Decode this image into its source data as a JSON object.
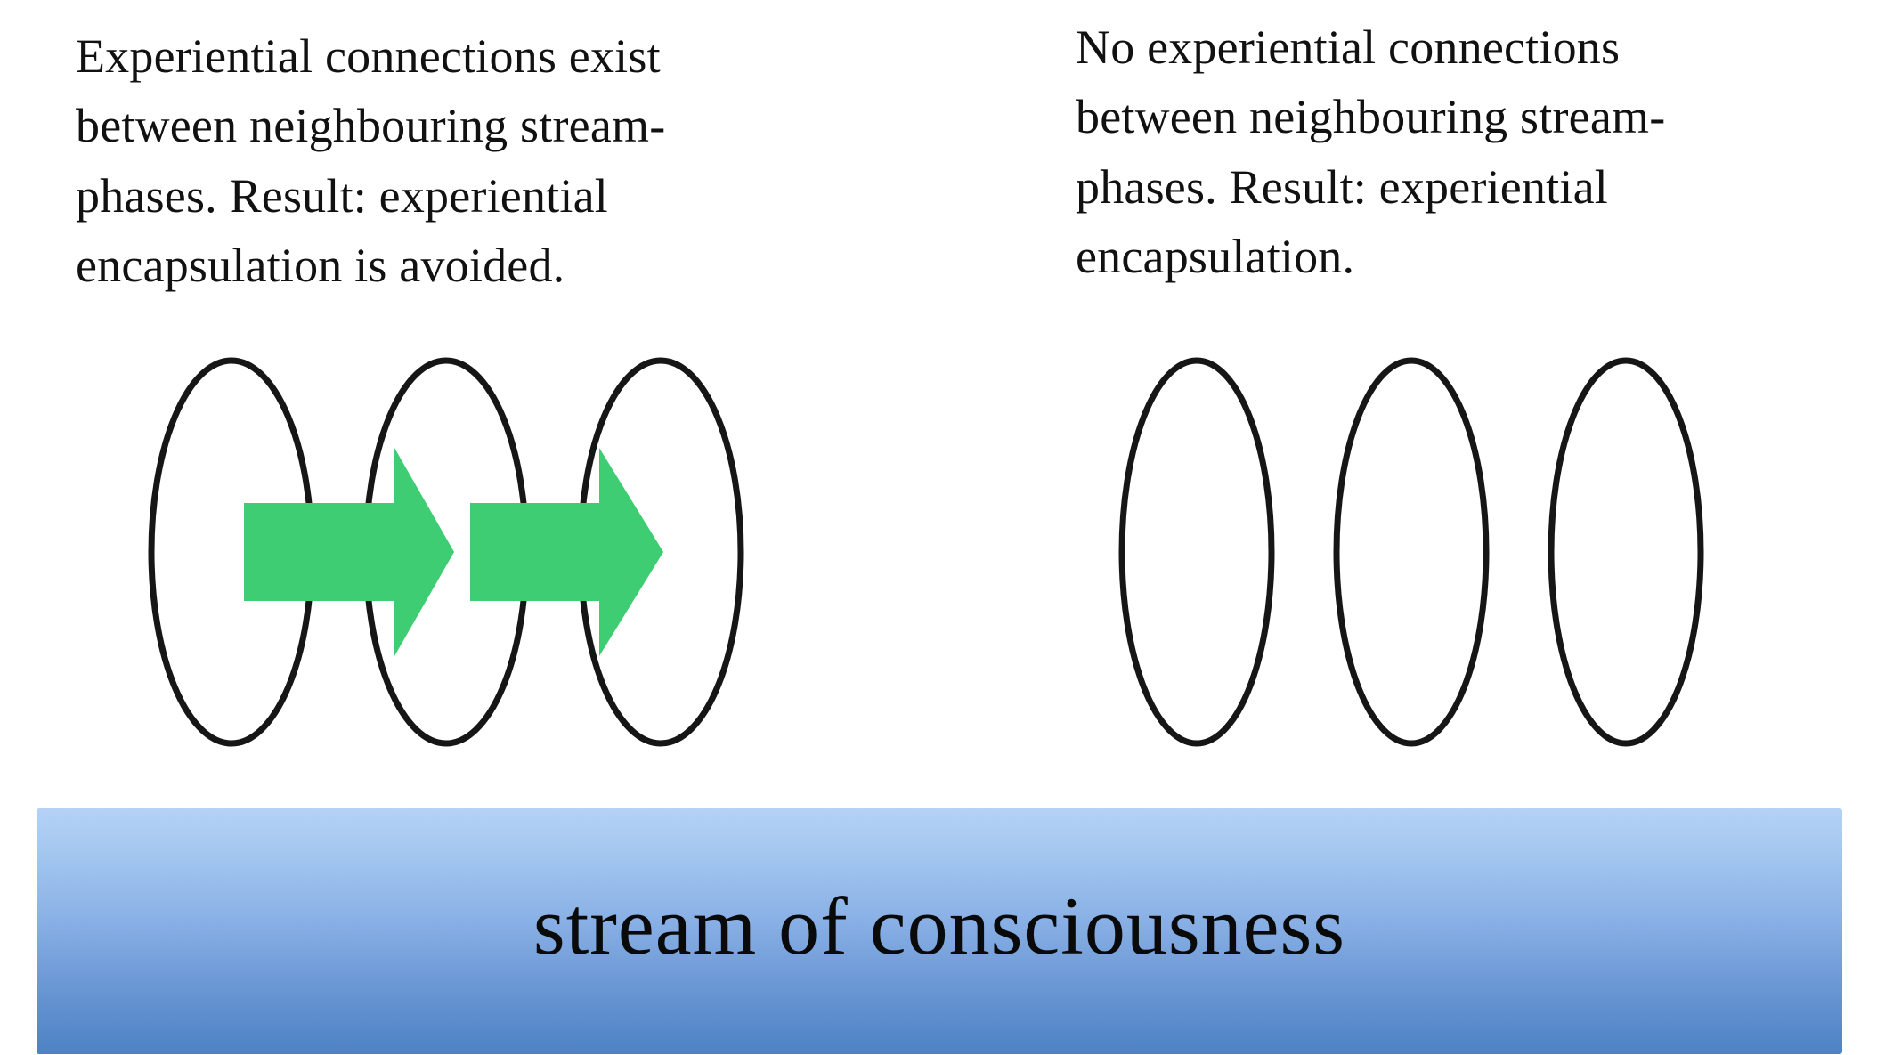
{
  "left_panel": {
    "caption": "Experiential connections exist\nbetween neighbouring stream-\nphases.  Result: experiential\nencapsulation is avoided."
  },
  "right_panel": {
    "caption": "No experiential connections\nbetween neighbouring stream-\nphases.  Result: experiential\nencapsulation."
  },
  "banner": {
    "label": "stream of consciousness"
  },
  "colors": {
    "arrow_green": "#3ecd72",
    "ellipse_stroke": "#161616",
    "ellipse_fill": "#ffffff"
  }
}
